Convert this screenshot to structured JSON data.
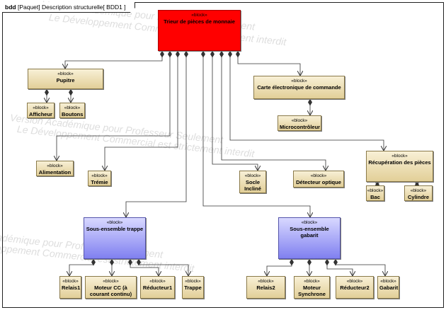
{
  "header": {
    "kind": "bdd",
    "package": "[Paquet]",
    "title": "Description structurelle",
    "diagram": "[ BDD1 ]"
  },
  "stereotype": "«block»",
  "blocks": {
    "trieur": "Trieur de pièces de monnaie",
    "pupitre": "Pupitre",
    "afficheur": "Afficheur",
    "boutons": "Boutons",
    "carte": "Carte électronique de commande",
    "micro": "Microcontrôleur",
    "alimentation": "Alimentation",
    "tremie": "Trémie",
    "socle": "Socle Incliné",
    "detecteur": "Détecteur optique",
    "recuperation": "Récupération des pièces",
    "bac": "Bac",
    "cylindre": "Cylindre",
    "trappe_ens": "Sous-ensemble trappe",
    "gabarit_ens": "Sous-ensemble gabarit",
    "relais1": "Relais1",
    "moteur_cc": "Moteur CC (à courant continu)",
    "reducteur1": "Réducteur1",
    "trappe": "Trappe",
    "relais2": "Relais2",
    "moteur_sync": "Moteur Synchrone",
    "reducteur2": "Réducteur2",
    "gabarit": "Gabarit"
  },
  "watermark": {
    "line1": "Version Académique pour Professeur Seulement",
    "line2": "Le Développement Commercial est strictement interdit"
  },
  "colors": {
    "main_block": "#ff0000",
    "block_fill": "#ecdcaa",
    "subsystem_fill": "#9a9af5"
  }
}
